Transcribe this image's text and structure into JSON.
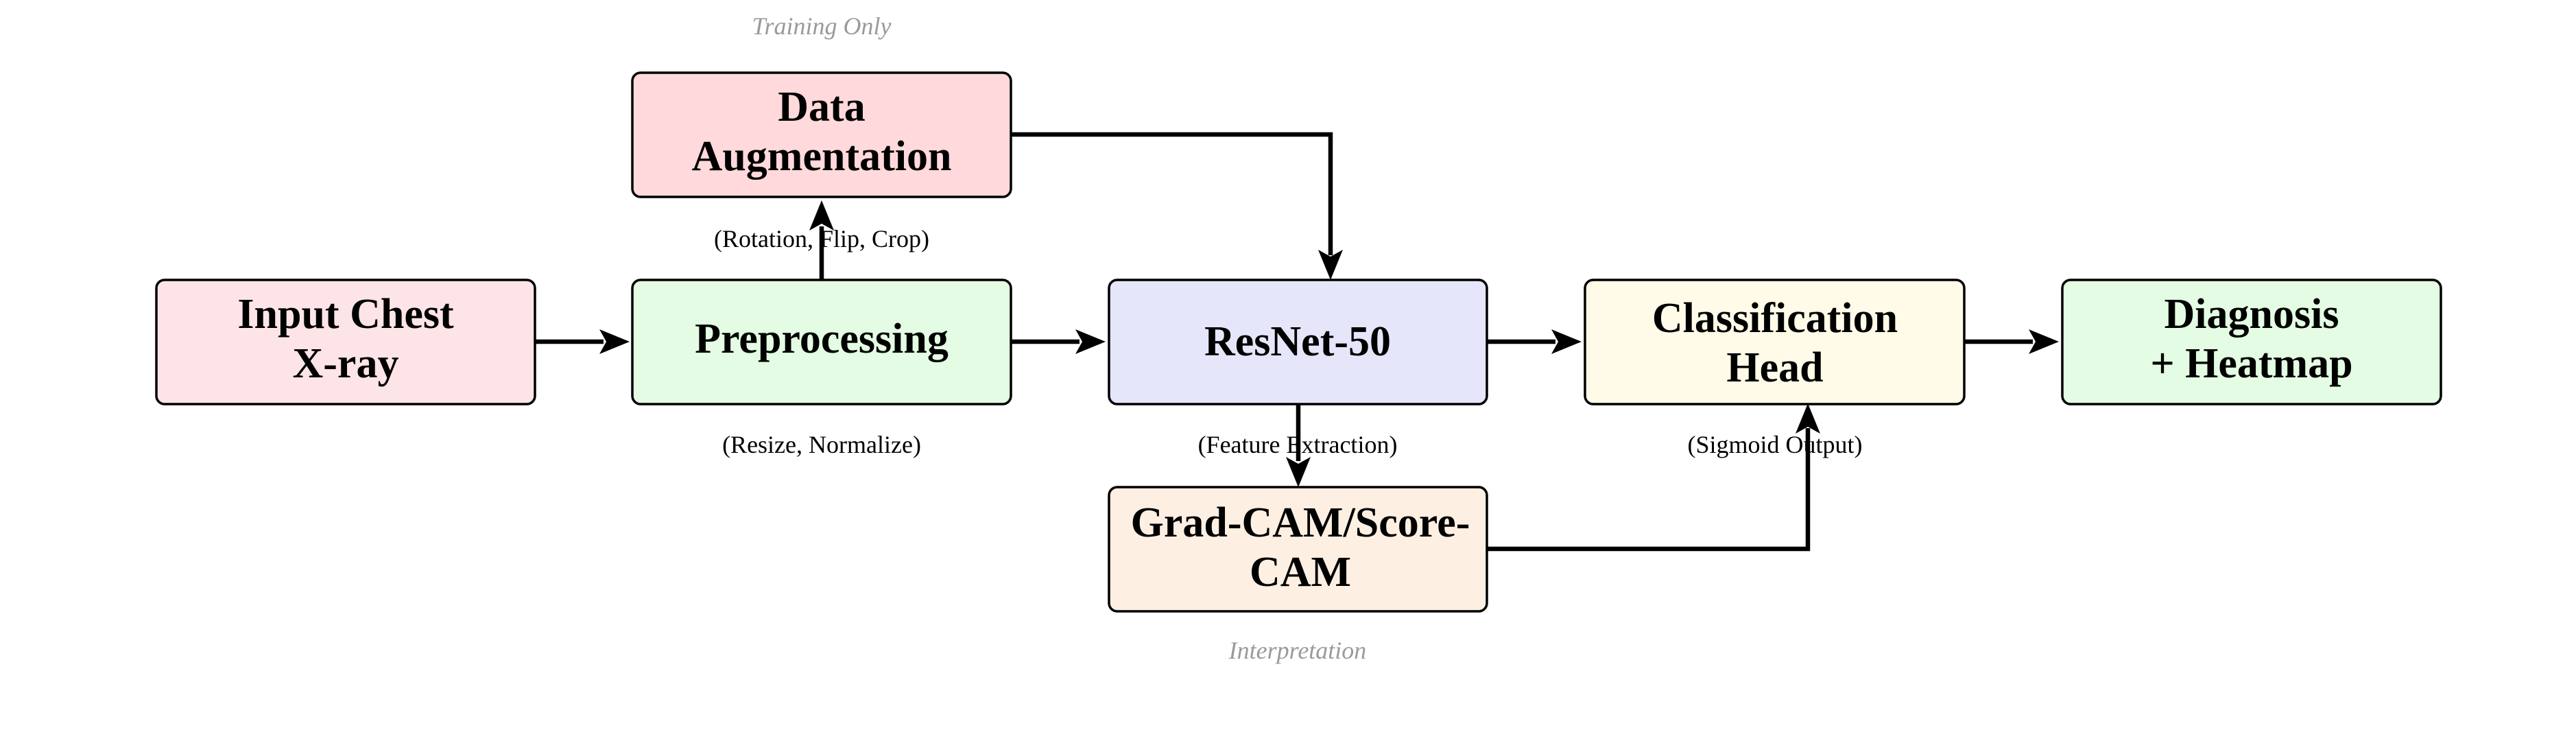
{
  "nodes": [
    {
      "id": "input",
      "lines": [
        "Input Chest",
        "X-ray"
      ],
      "fill": "#fde4e6"
    },
    {
      "id": "augment",
      "lines": [
        "Data",
        "Augmentation"
      ],
      "fill": "#ffd9db"
    },
    {
      "id": "preprocess",
      "lines": [
        "Preprocessing"
      ],
      "fill": "#e3fce3"
    },
    {
      "id": "resnet",
      "lines": [
        "ResNet-50"
      ],
      "fill": "#e6e6fb"
    },
    {
      "id": "gradcam",
      "lines": [
        "Grad-CAM/Score-",
        "CAM"
      ],
      "fill": "#fdf0e3"
    },
    {
      "id": "head",
      "lines": [
        "Classification",
        "Head"
      ],
      "fill": "#fffbe8"
    },
    {
      "id": "output",
      "lines": [
        "Diagnosis",
        "+ Heatmap"
      ],
      "fill": "#e3fce3"
    }
  ],
  "captions": {
    "augment": "(Rotation, Flip, Crop)",
    "preprocess": "(Resize, Normalize)",
    "resnet": "(Feature Extraction)",
    "head": "(Sigmoid Output)"
  },
  "notes": {
    "training": "Training Only",
    "interpretation": "Interpretation"
  },
  "colors": {
    "stroke": "#000000",
    "note": "#9a9a9a"
  }
}
